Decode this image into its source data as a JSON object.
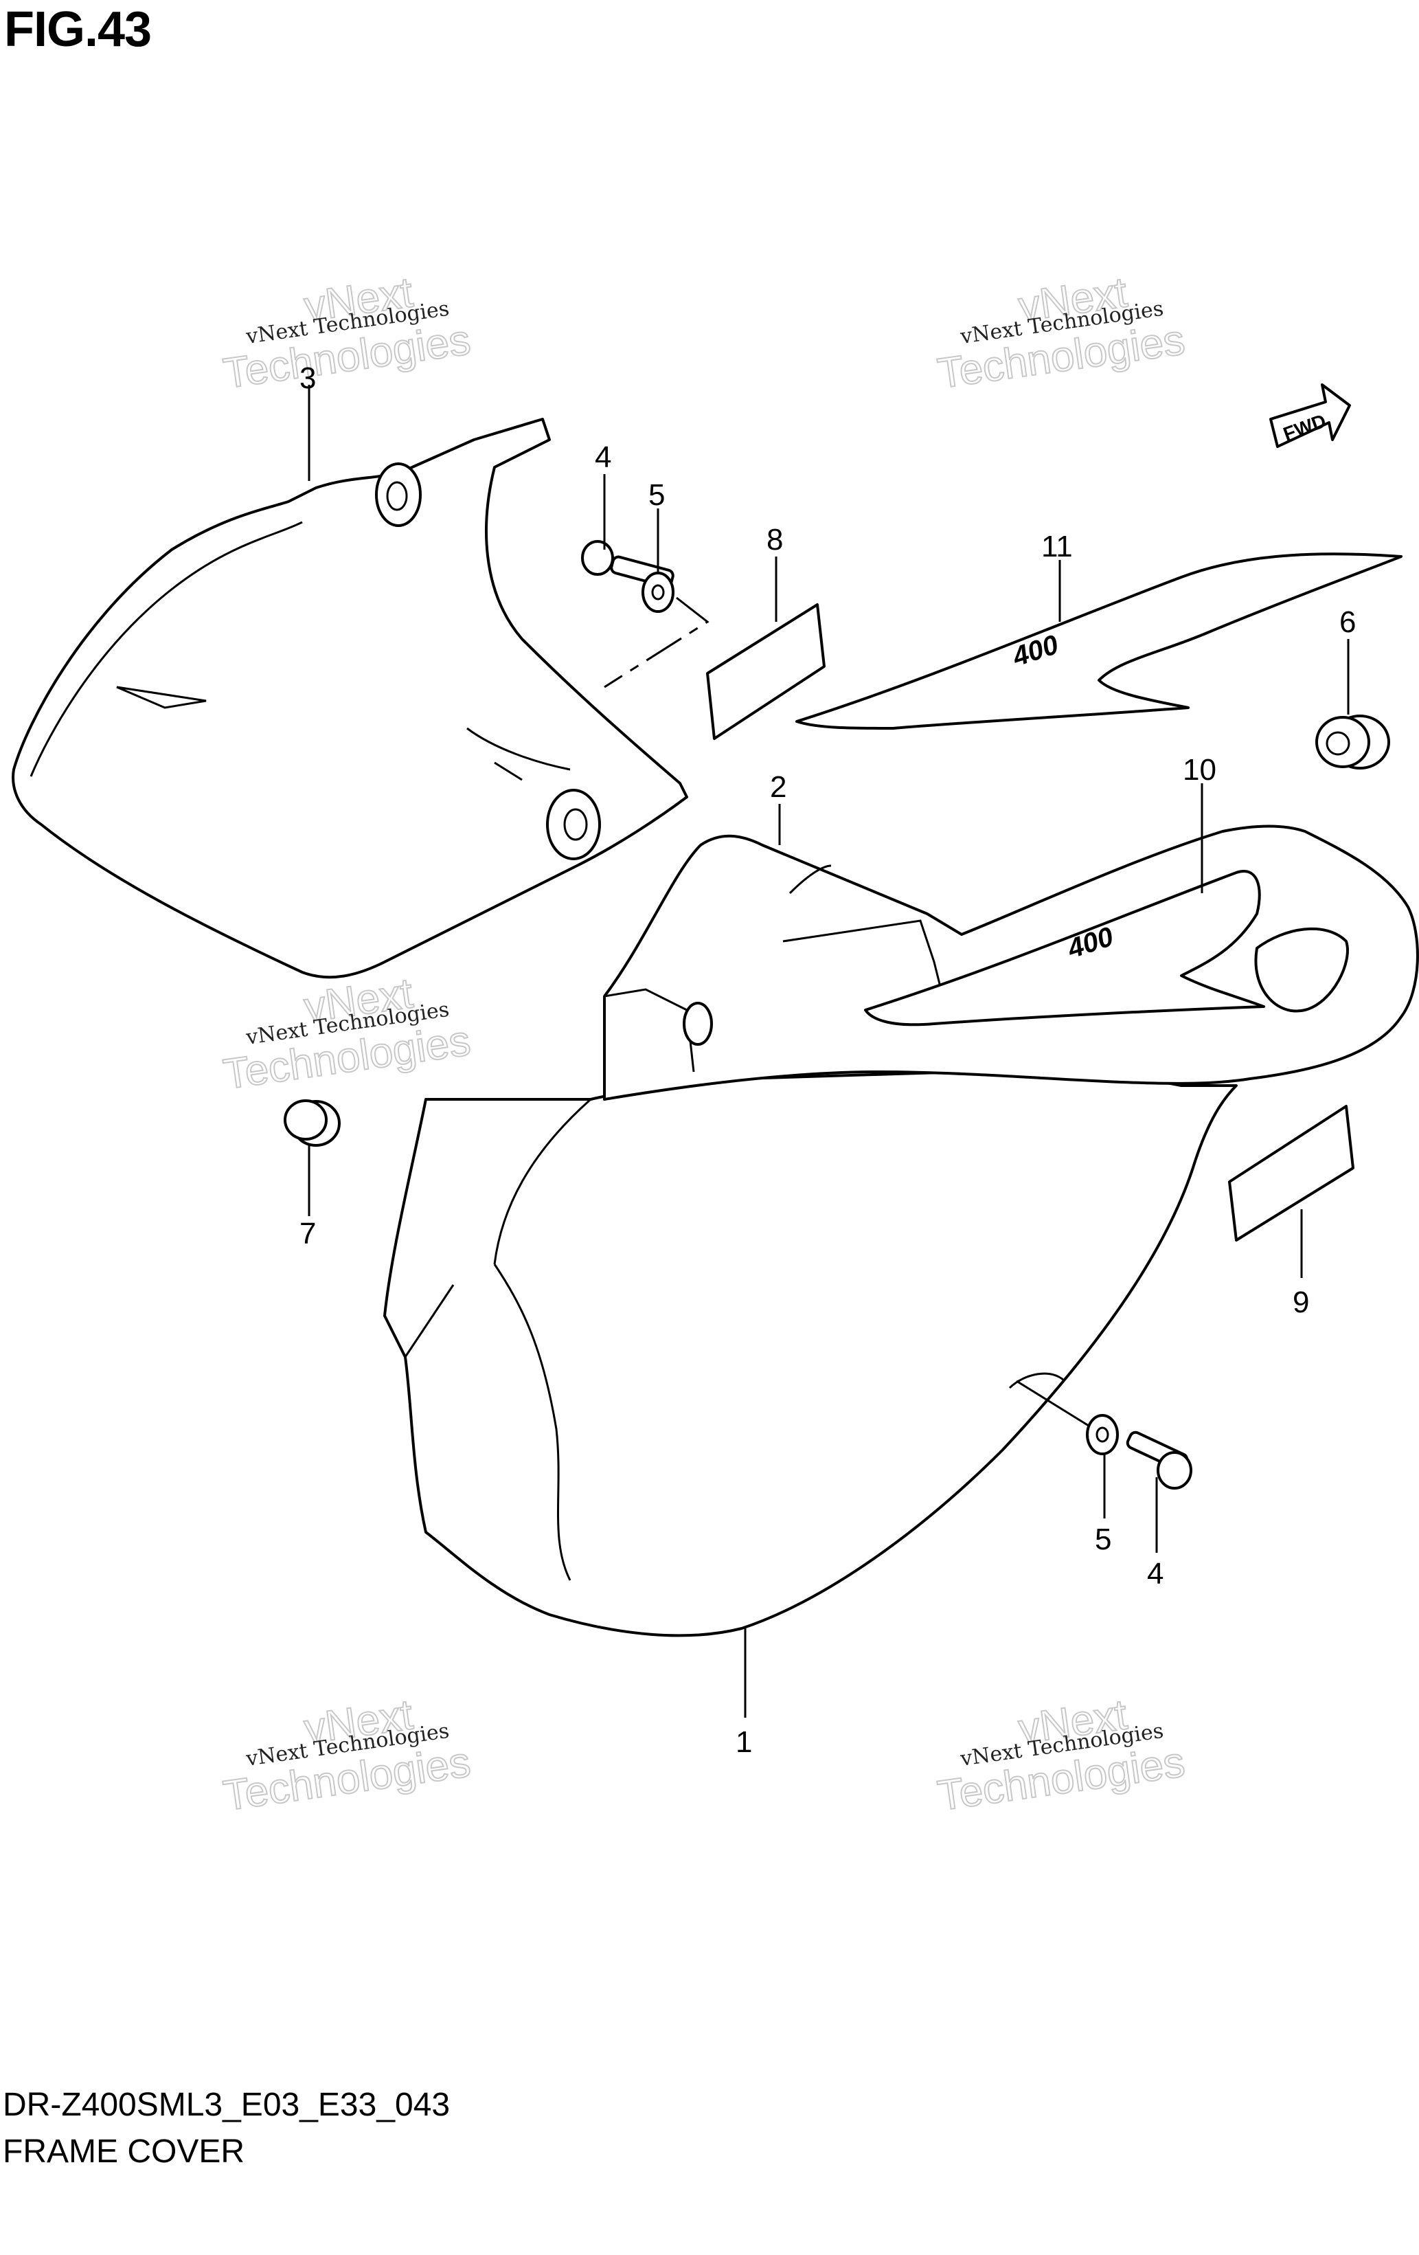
{
  "figure": {
    "title": "FIG.43",
    "code": "DR-Z400SML3_E03_E33_043",
    "caption": "FRAME COVER",
    "direction_label": "FWD"
  },
  "watermark": {
    "line1": "vNext",
    "line2": "vNext Technologies",
    "line3": "Technologies"
  },
  "callouts": [
    "1",
    "2",
    "3",
    "4",
    "5",
    "6",
    "7",
    "8",
    "9",
    "10",
    "11",
    "4",
    "5"
  ],
  "decal_text": "400"
}
